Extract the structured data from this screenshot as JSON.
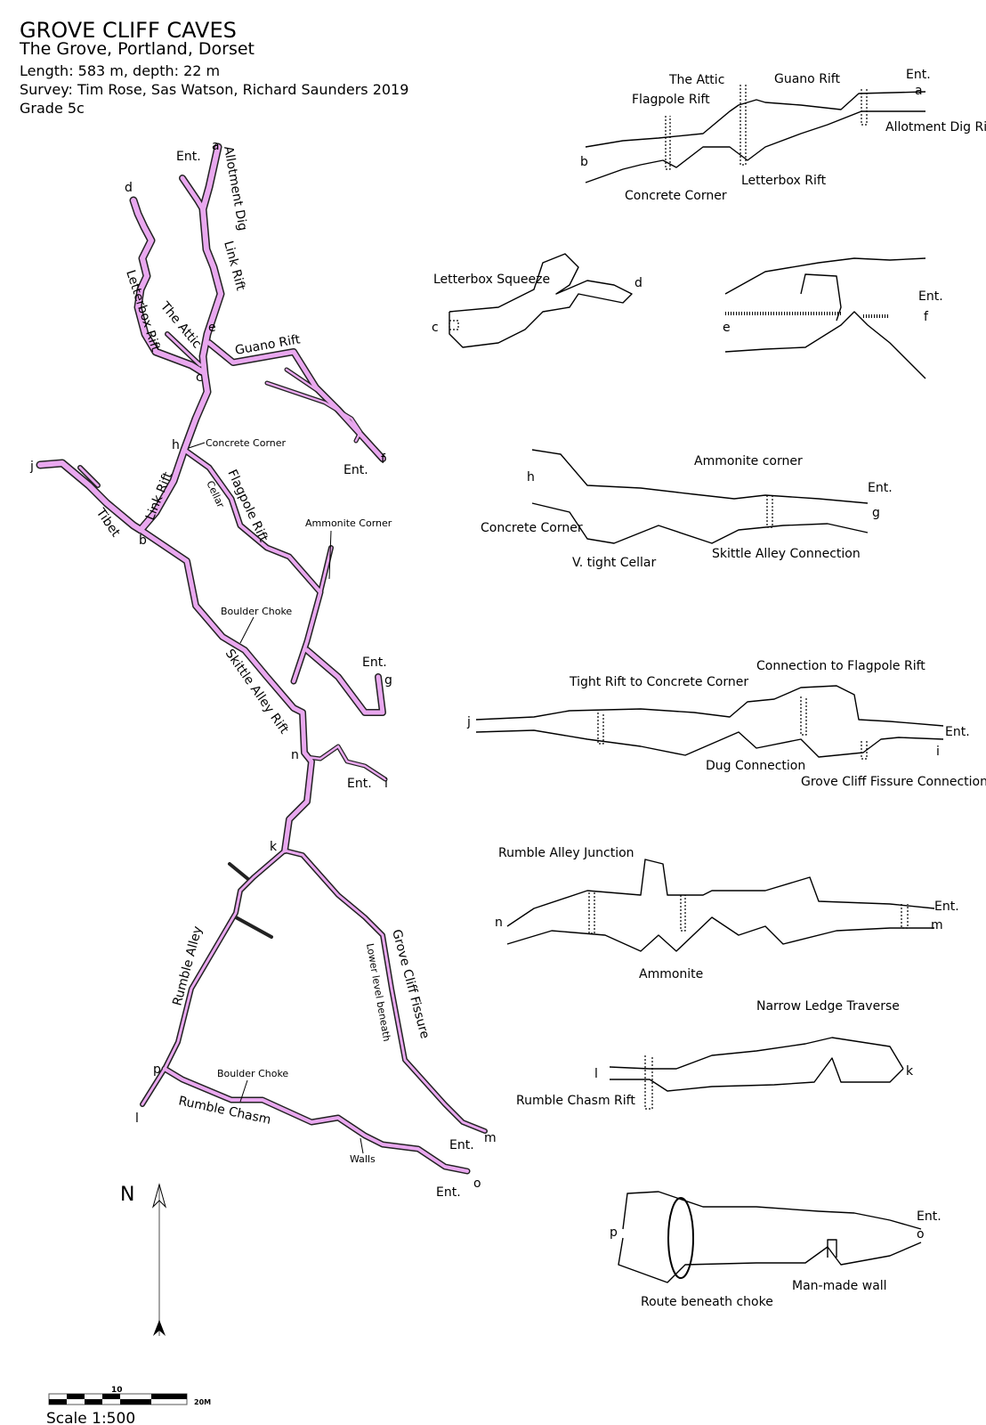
{
  "header": {
    "title": "GROVE CLIFF CAVES",
    "location": "The Grove, Portland, Dorset",
    "stats": "Length: 583 m, depth: 22 m",
    "survey": "Survey: Tim Rose, Sas Watson, Richard Saunders 2019",
    "grade": "Grade 5c"
  },
  "colors": {
    "passage_fill": "#e9a8ef",
    "outline": "#222222"
  },
  "plan": {
    "stations": {
      "a": "a",
      "b": "b",
      "c": "c",
      "d": "d",
      "e": "e",
      "f": "f",
      "g": "g",
      "h": "h",
      "i": "i",
      "j": "j",
      "k": "k",
      "l": "l",
      "m": "m",
      "n": "n",
      "o": "o",
      "p": "p"
    },
    "entrance": "Ent.",
    "labels": {
      "allotment_dig": "Allotment Dig",
      "link_rift_top": "Link Rift",
      "letterbox_rift": "Letterbox Rift",
      "the_attic": "The Attic",
      "guano_rift": "Guano Rift",
      "concrete_corner": "Concrete Corner",
      "link_rift": "Link Rift",
      "flagpole_rift": "Flagpole Rift",
      "cellar": "Cellar",
      "tibet": "Tibet",
      "ammonite_corner": "Ammonite Corner",
      "boulder_choke_1": "Boulder Choke",
      "skittle_alley_rift": "Skittle Alley Rift",
      "rumble_alley": "Rumble Alley",
      "lower_level": "Lower level beneath",
      "grove_cliff_fissure": "Grove Cliff Fissure",
      "boulder_choke_2": "Boulder Choke",
      "rumble_chasm": "Rumble Chasm",
      "walls": "Walls"
    },
    "north": "N",
    "scale_bar": {
      "mid": "10",
      "end": "20M",
      "label": "Scale 1:500"
    }
  },
  "elevations": [
    {
      "labels": [
        "The Attic",
        "Guano Rift",
        "Flagpole Rift",
        "Allotment Dig Rift",
        "Letterbox Rift",
        "Concrete Corner"
      ],
      "ends": [
        "b",
        "Ent.",
        "a"
      ]
    },
    {
      "labels": [
        "Letterbox Squeeze"
      ],
      "ends": [
        "c",
        "d"
      ]
    },
    {
      "labels": [],
      "ends": [
        "e",
        "Ent.",
        "f"
      ]
    },
    {
      "labels": [
        "Ammonite corner",
        "Concrete Corner",
        "V. tight Cellar",
        "Skittle Alley Connection"
      ],
      "ends": [
        "h",
        "Ent.",
        "g"
      ]
    },
    {
      "labels": [
        "Tight Rift to Concrete Corner",
        "Connection to Flagpole Rift",
        "Dug Connection",
        "Grove Cliff Fissure Connection"
      ],
      "ends": [
        "j",
        "Ent.",
        "i"
      ]
    },
    {
      "labels": [
        "Rumble Alley Junction",
        "Ammonite"
      ],
      "ends": [
        "n",
        "Ent.",
        "m"
      ]
    },
    {
      "labels": [
        "Narrow Ledge Traverse",
        "Rumble Chasm Rift"
      ],
      "ends": [
        "l",
        "k"
      ]
    },
    {
      "labels": [
        "Route beneath choke",
        "Man-made wall"
      ],
      "ends": [
        "p",
        "Ent.",
        "o"
      ]
    }
  ]
}
